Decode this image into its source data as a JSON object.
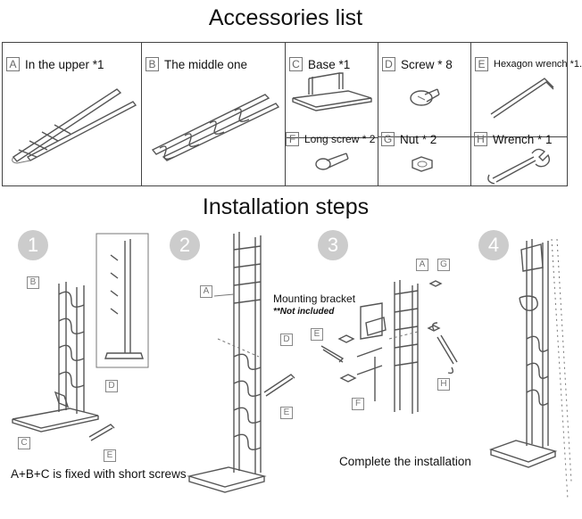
{
  "headings": {
    "accessories": "Accessories list",
    "installation": "Installation steps"
  },
  "parts": [
    {
      "letter": "A",
      "label": "In the upper *1"
    },
    {
      "letter": "B",
      "label": "The middle one"
    },
    {
      "letter": "C",
      "label": "Base *1"
    },
    {
      "letter": "D",
      "label": "Screw * 8"
    },
    {
      "letter": "E",
      "label": "Hexagon wrench *1."
    },
    {
      "letter": "F",
      "label": "Long screw * 2"
    },
    {
      "letter": "G",
      "label": "Nut * 2"
    },
    {
      "letter": "H",
      "label": "Wrench * 1"
    }
  ],
  "steps": [
    "1",
    "2",
    "3",
    "4"
  ],
  "captions": {
    "step1": "A+B+C is fixed with short screws",
    "step3_bracket": "Mounting bracket",
    "step3_note": "**Not included",
    "step4": "Complete the installation"
  },
  "callouts": {
    "s1": [
      "B",
      "D",
      "C",
      "E"
    ],
    "s2": [
      "A",
      "D",
      "E"
    ],
    "s3": [
      "A",
      "G",
      "E",
      "F",
      "H"
    ]
  }
}
